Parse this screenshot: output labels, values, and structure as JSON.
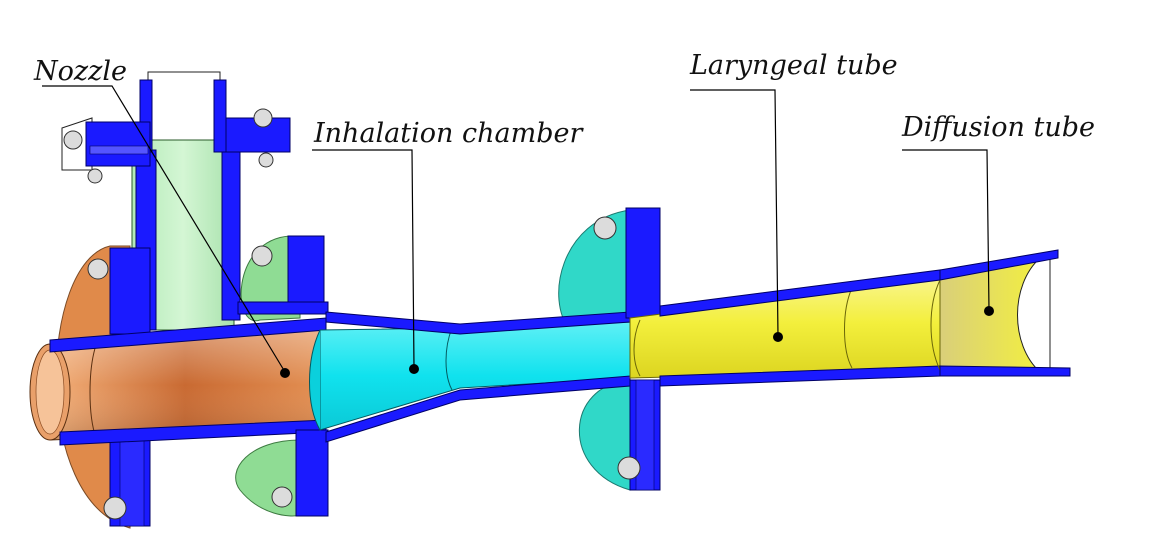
{
  "labels": {
    "nozzle": "Nozzle",
    "inhalation_chamber": "Inhalation chamber",
    "laryngeal_tube": "Laryngeal tube",
    "diffusion_tube": "Diffusion tube"
  },
  "colors": {
    "flange_blue": "#1a1aff",
    "nozzle_pipe": "#c8f0c8",
    "inlet_bore": "#d9824a",
    "inhalation_chamber": "#17e6f0",
    "laryngeal_tube": "#f0ec3a",
    "diffusion_tube": "#ece648",
    "flange_orange": "#e08a4a",
    "flange_green": "#8fdc94",
    "flange_teal": "#30d8c8",
    "bolt": "#d9d9d9"
  }
}
